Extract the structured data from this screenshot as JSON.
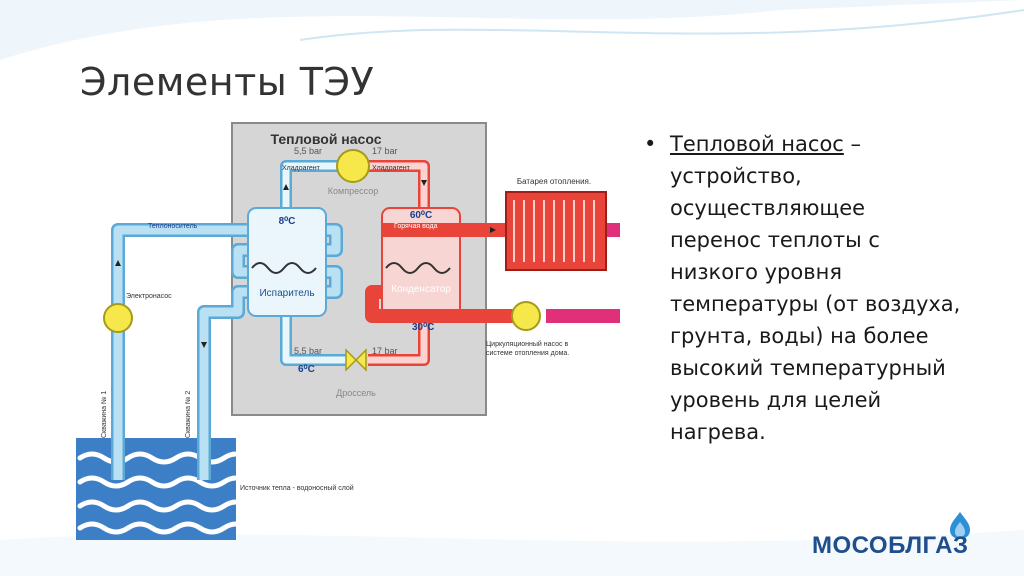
{
  "slide": {
    "title": "Элементы ТЭУ"
  },
  "diagram": {
    "heat_pump_title": "Тепловой насос",
    "pressure_low_top": "5,5 bar",
    "pressure_high_top": "17 bar",
    "refrigerant_left": "Хладоагент",
    "refrigerant_right": "Хладоагент",
    "compressor": "Компрессор",
    "temp_evap_in": "8⁰С",
    "temp_hot": "60⁰С",
    "coolant": "Теплоноситель",
    "hot_water": "Горячая вода",
    "radiator": "Батарея отопления.",
    "evaporator": "Испаритель",
    "condenser": "Конденсатор",
    "electropump": "Электронасос",
    "temp_cond_out": "30⁰С",
    "circ_pump_line1": "Циркуляционный насос в",
    "circ_pump_line2": "системе отопления дома.",
    "pressure_low_bottom": "5,5 bar",
    "pressure_high_bottom": "17 bar",
    "temp_evap_out": "6⁰С",
    "throttle": "Дроссель",
    "well1": "Скважина № 1",
    "well2": "Скважина № 2",
    "heat_source": "Источник тепла - водоносный слой"
  },
  "bullet": {
    "marker": "•",
    "term": "Тепловой насос",
    "dash": " –",
    "lines": [
      "устройство,",
      "осуществляющее",
      "перенос теплоты с",
      "низкого уровня",
      "температуры (от воздуха,",
      "грунта, воды) на более",
      "высокий температурный",
      "уровень для целей",
      "нагрева."
    ]
  },
  "logo": {
    "text": "МОСОБЛГАЗ"
  },
  "colors": {
    "accent_blue": "#7ec3e0",
    "hot_red": "#e8443a",
    "radiator_pink": "#e0307a",
    "logo_blue": "#1f4e8c"
  }
}
